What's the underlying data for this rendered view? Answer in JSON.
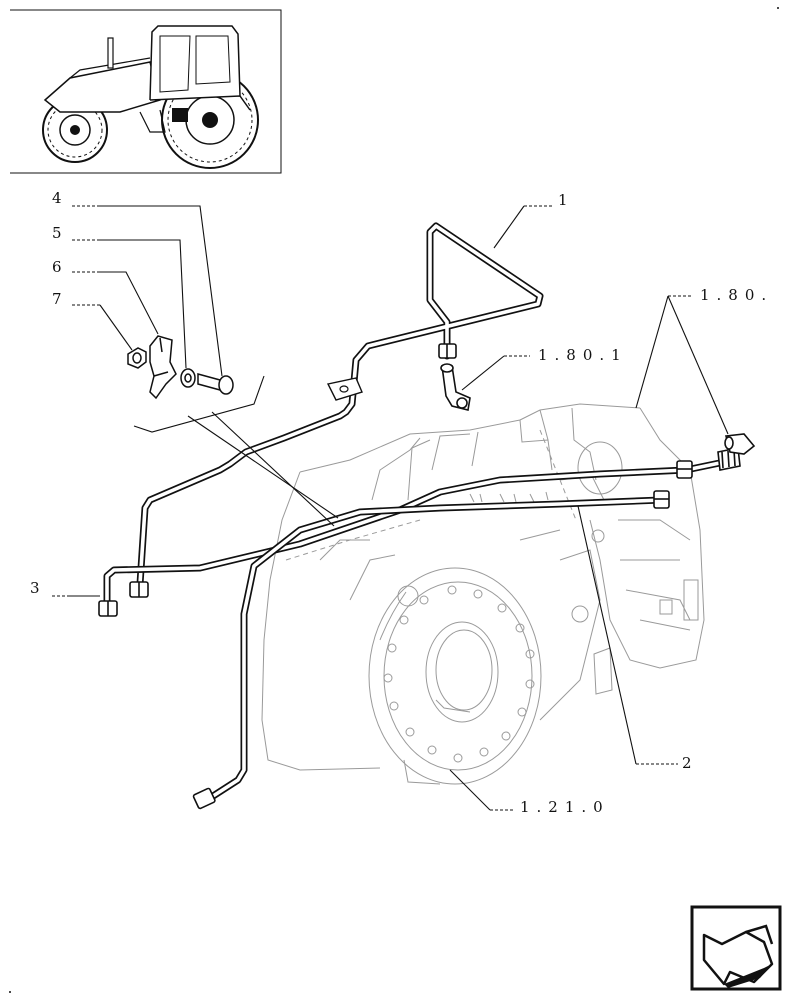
{
  "callouts": {
    "c1": "1",
    "c2": "2",
    "c3": "3",
    "c4": "4",
    "c5": "5",
    "c6": "6",
    "c7": "7"
  },
  "references": {
    "r180": "1.80.",
    "r1801": "1.80.1",
    "r1210": "1.21.0"
  },
  "icons": {
    "thumbnail": "tractor-thumbnail-icon",
    "nav": "previous-page-arrow-icon"
  }
}
